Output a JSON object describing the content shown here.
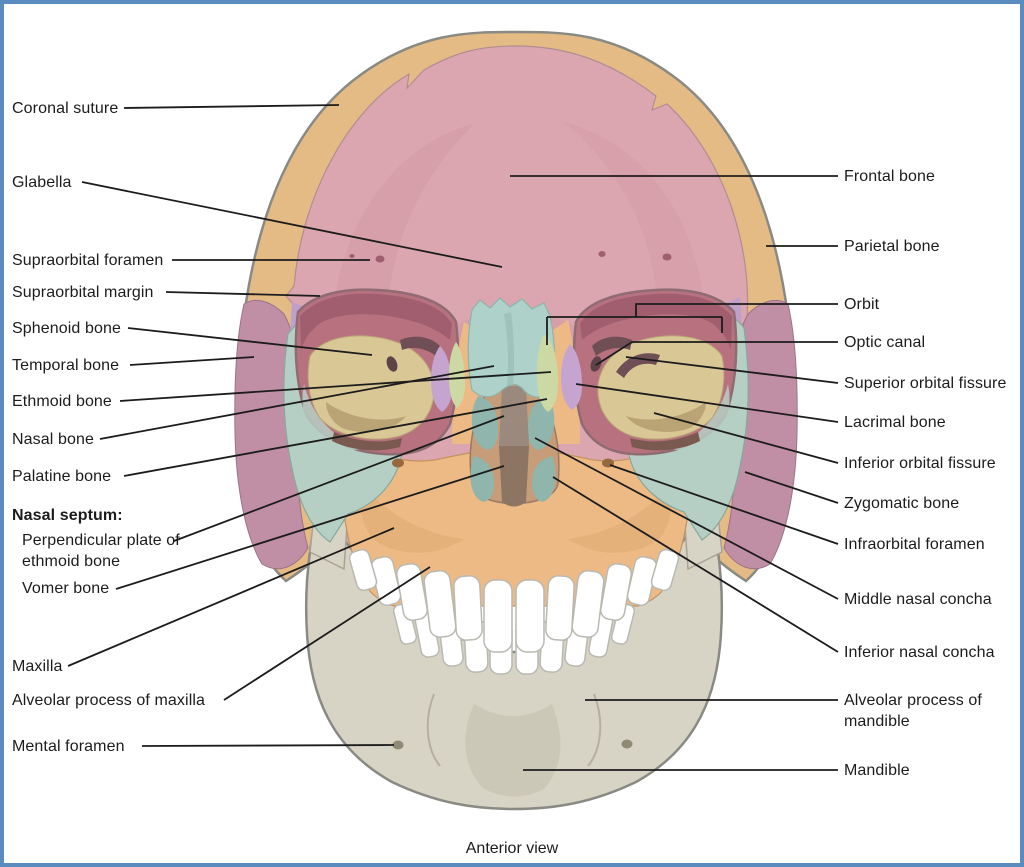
{
  "figure": {
    "caption": "Anterior view",
    "border_color": "#5a8cc0",
    "background": "#ffffff"
  },
  "colors": {
    "parietal": "#e5bb85",
    "frontal": "#dba6af",
    "frontal_shade": "#d membrane",
    "temporal": "#c18fa5",
    "sphenoid_lateral": "#bfa0cb",
    "mandible": "#d8d4c5",
    "maxilla": "#edba85",
    "zygomatic": "#b6cfc4",
    "nasal": "#aed2c9",
    "nasal_cavity": "#c69c79",
    "concha": "#8fb5ac",
    "perpendicular_plate": "#9a897c",
    "vomer": "#8d7564",
    "orbit_interior": "#b8717f",
    "orbit_shadow": "#a15e6e",
    "sphenoid_orbit": "#d9c795",
    "ethmoid": "#cdd9a5",
    "lacrimal": "#c5a4d0",
    "teeth": "#ffffff",
    "outline": "#8a8a84",
    "leader_line": "#1c1c1c"
  },
  "labels": {
    "left": [
      {
        "text": "Coronal suture"
      },
      {
        "text": "Glabella"
      },
      {
        "text": "Supraorbital foramen"
      },
      {
        "text": "Supraorbital margin"
      },
      {
        "text": "Sphenoid bone"
      },
      {
        "text": "Temporal bone"
      },
      {
        "text": "Ethmoid bone"
      },
      {
        "text": "Nasal bone"
      },
      {
        "text": "Palatine bone"
      },
      {
        "text": "Nasal septum:"
      },
      {
        "text": "Perpendicular plate of ethmoid bone"
      },
      {
        "text": "Vomer bone"
      },
      {
        "text": "Maxilla"
      },
      {
        "text": "Alveolar process of maxilla"
      },
      {
        "text": "Mental foramen"
      }
    ],
    "right": [
      {
        "text": "Frontal bone"
      },
      {
        "text": "Parietal bone"
      },
      {
        "text": "Orbit"
      },
      {
        "text": "Optic canal"
      },
      {
        "text": "Superior orbital fissure"
      },
      {
        "text": "Lacrimal bone"
      },
      {
        "text": "Inferior orbital fissure"
      },
      {
        "text": "Zygomatic bone"
      },
      {
        "text": "Infraorbital foramen"
      },
      {
        "text": "Middle nasal concha"
      },
      {
        "text": "Inferior nasal concha"
      },
      {
        "text": "Alveolar process of mandible"
      },
      {
        "text": "Mandible"
      }
    ]
  }
}
